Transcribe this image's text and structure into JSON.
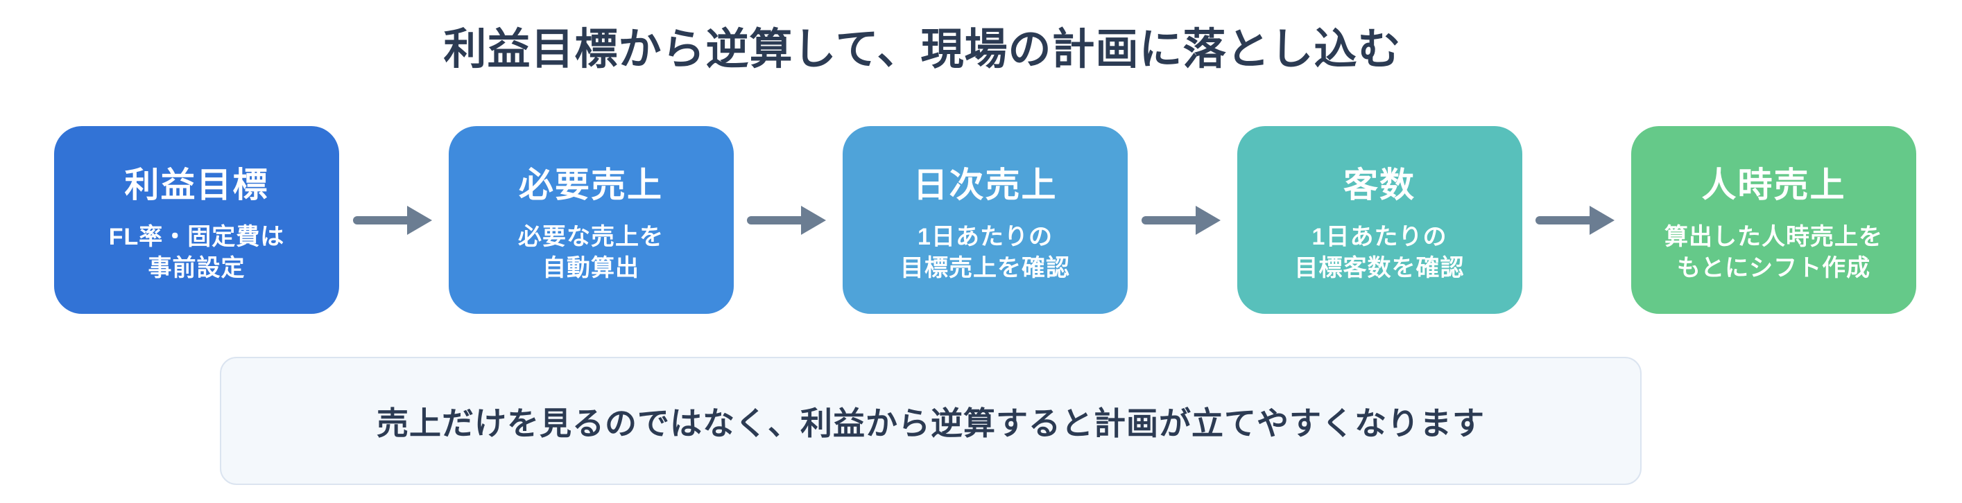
{
  "title": "利益目標から逆算して、現場の計画に落とし込む",
  "steps": [
    {
      "title": "利益目標",
      "subtitle": "FL率・固定費は\n事前設定",
      "color": "#3273d6"
    },
    {
      "title": "必要売上",
      "subtitle": "必要な売上を\n自動算出",
      "color": "#3f8bdd"
    },
    {
      "title": "日次売上",
      "subtitle": "1日あたりの\n目標売上を確認",
      "color": "#4fa3d9"
    },
    {
      "title": "客数",
      "subtitle": "1日あたりの\n目標客数を確認",
      "color": "#58c0bb"
    },
    {
      "title": "人時売上",
      "subtitle": "算出した人時売上を\nもとにシフト作成",
      "color": "#65c989"
    }
  ],
  "note": {
    "text": "売上だけを見るのではなく、利益から逆算すると計画が立てやすくなります"
  },
  "colors": {
    "ink": "#2c3b53",
    "arrow": "#6b7d92",
    "note-bg": "#f4f8fc",
    "note-border": "#dbe4f0",
    "canvas-bg": "#ffffff"
  }
}
